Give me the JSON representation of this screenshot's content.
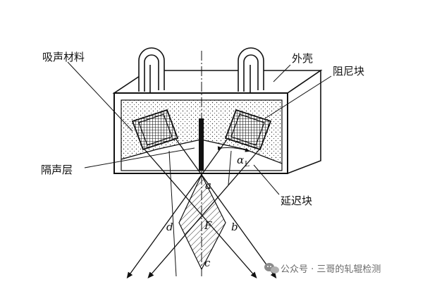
{
  "labels": {
    "absorber": "吸声材料",
    "shell": "外壳",
    "damper": "阻尼块",
    "isolation_layer": "隔声层",
    "delay_block": "延迟块",
    "alpha": "α",
    "alpha_sub": "L",
    "point_a": "a",
    "point_b": "b",
    "point_c": "c",
    "point_d": "d",
    "point_f": "F"
  },
  "watermark": {
    "text": "公众号 · 三哥的轧辊检测",
    "icon": "wechat-icon"
  },
  "colors": {
    "ink": "#111111",
    "watermark": "#6a6a6a"
  }
}
